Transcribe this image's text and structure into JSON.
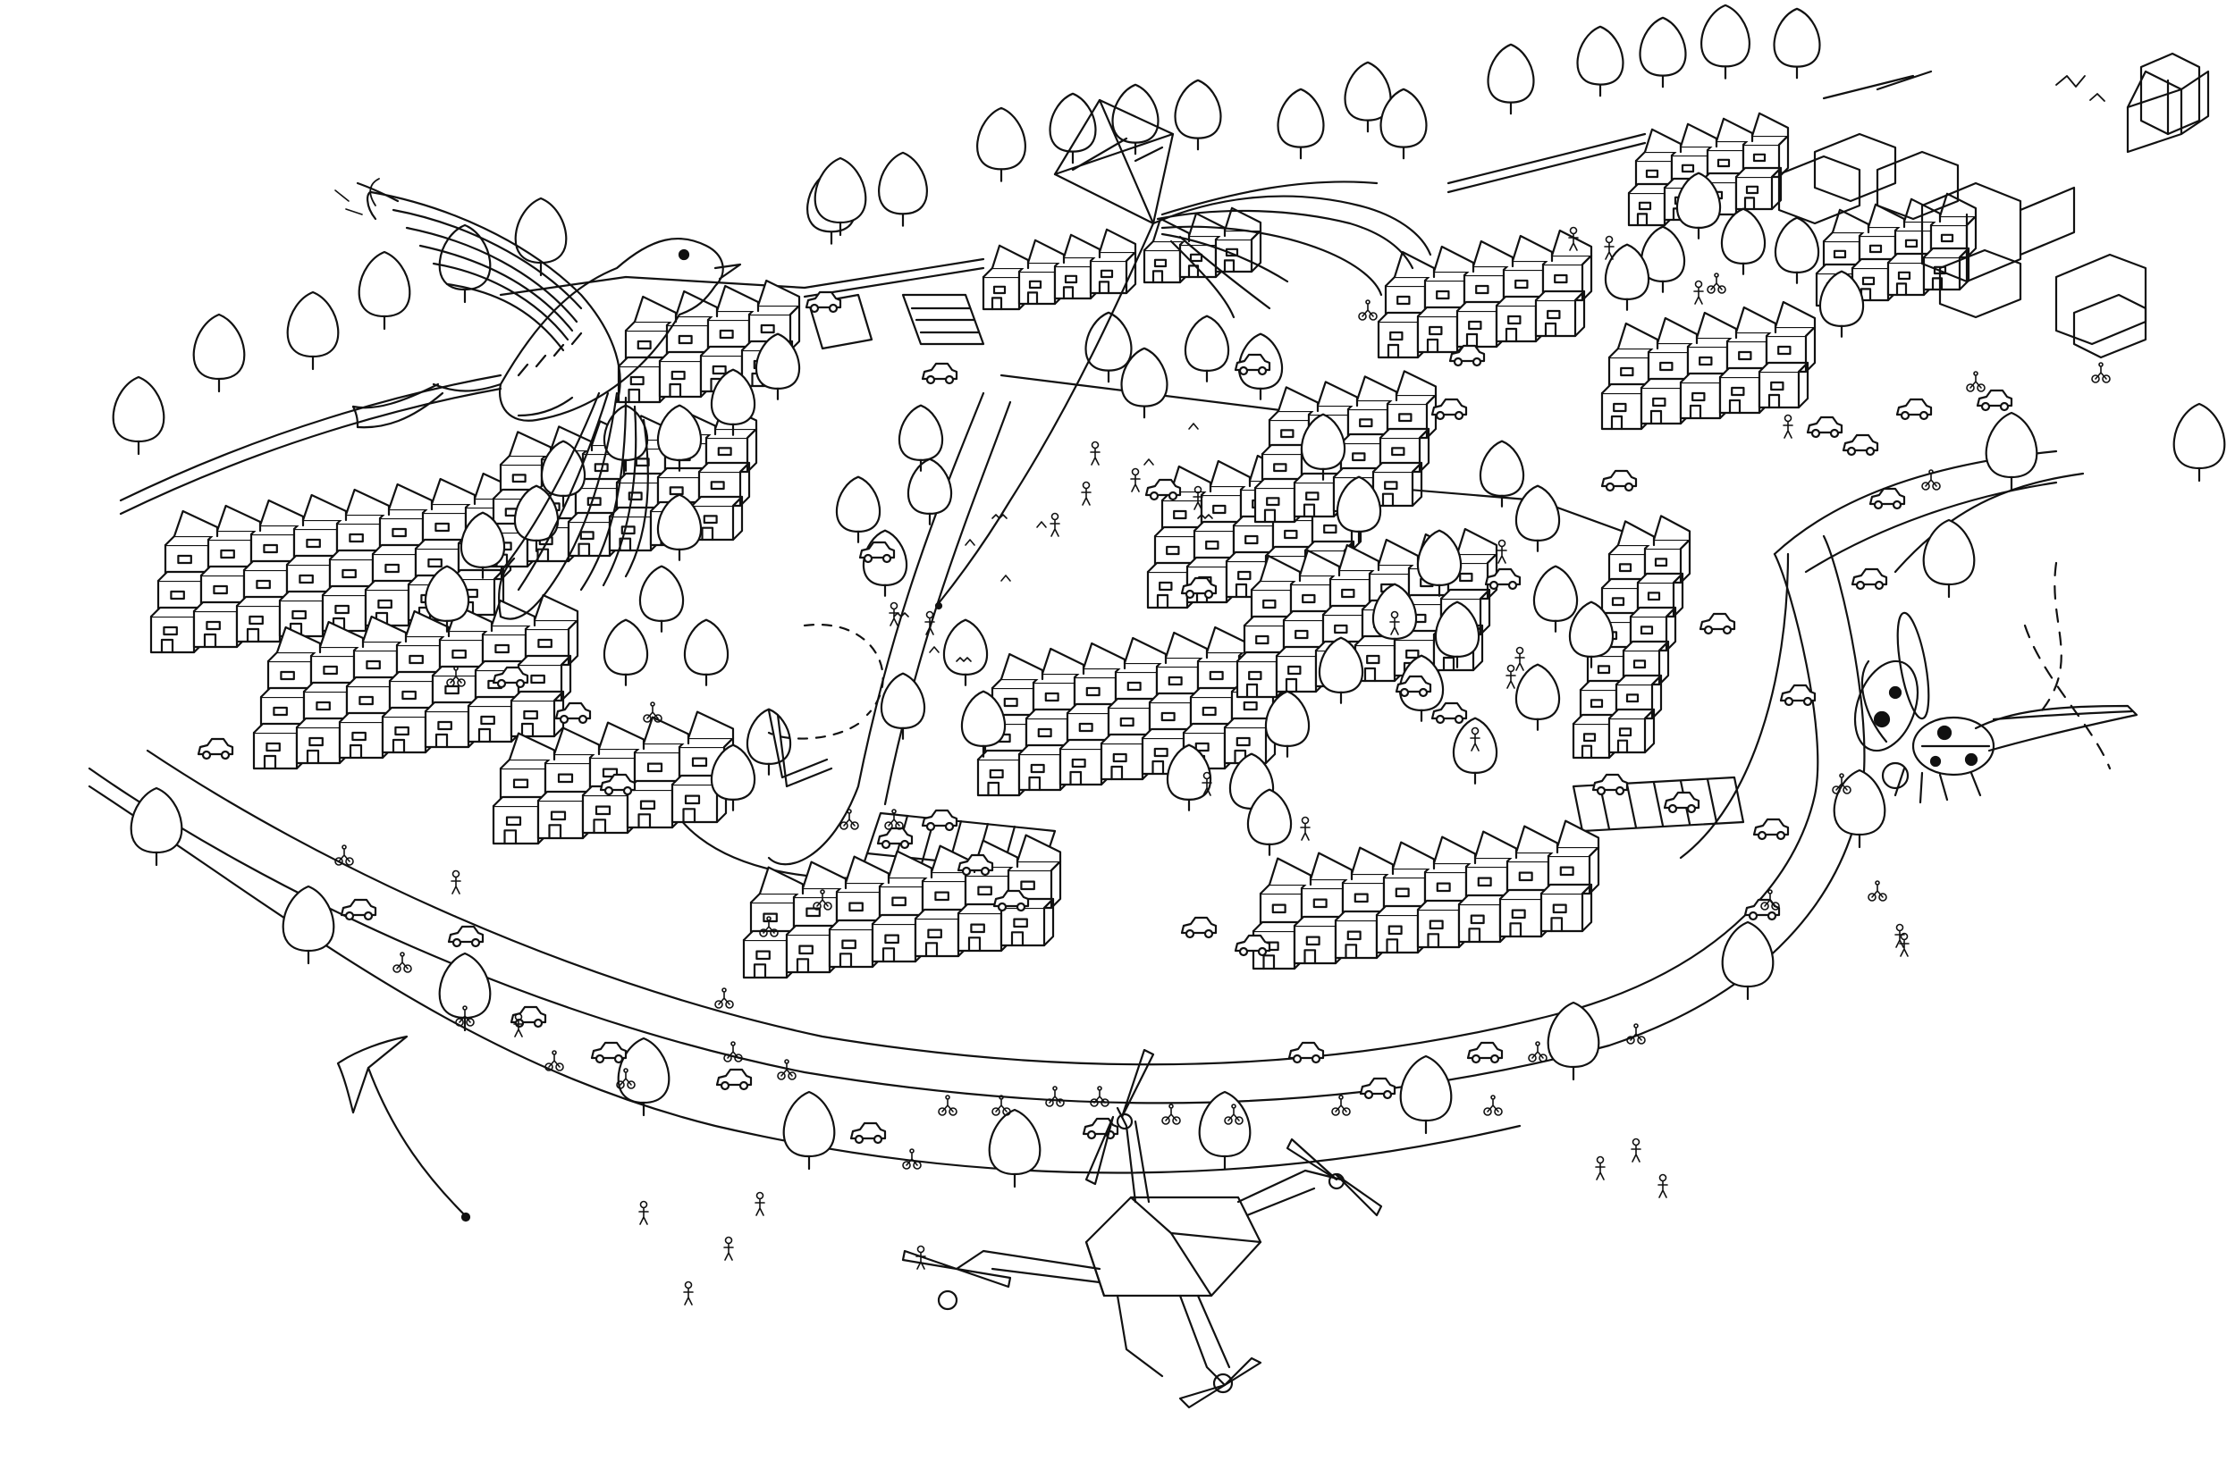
{
  "illustration": {
    "style": "black line drawing on white background",
    "ink_color": "#111111",
    "paper_color": "#ffffff",
    "contents": [
      "bird-icon",
      "kite-icon",
      "ladybug-icon",
      "drone-icon",
      "tree-icon",
      "car-icon",
      "bicycle-icon",
      "person-icon",
      "terraced-housing-block",
      "road",
      "parking-lot"
    ]
  }
}
